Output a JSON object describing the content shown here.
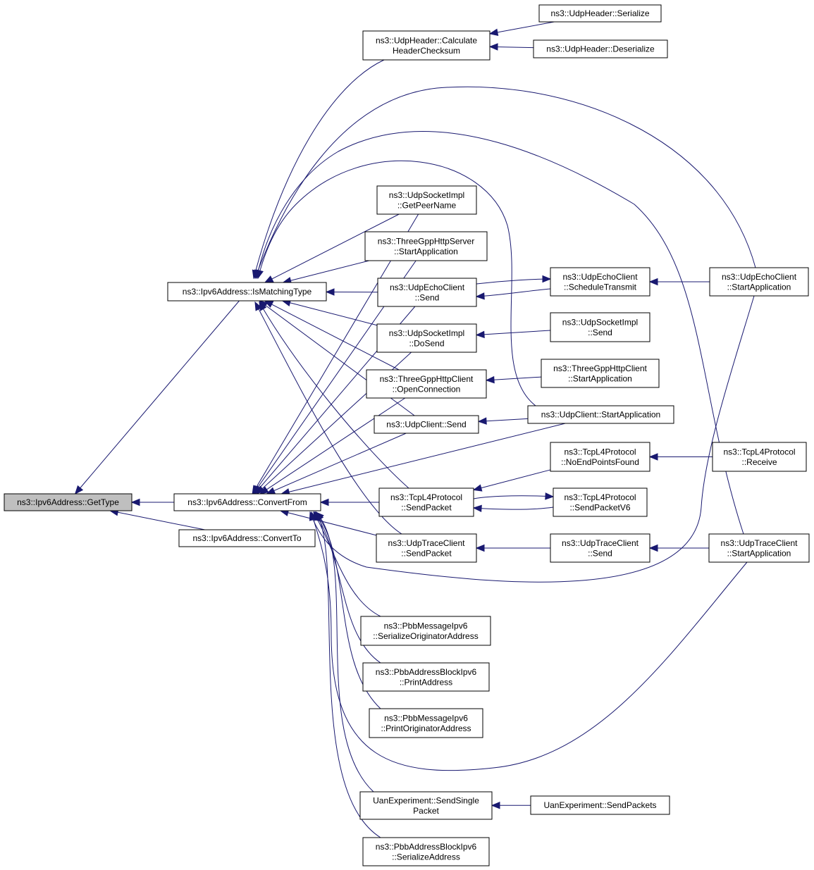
{
  "graph": {
    "nodes": [
      {
        "id": "gettype",
        "lines": [
          "ns3::Ipv6Address::GetType"
        ],
        "focus": true
      },
      {
        "id": "ismatching",
        "lines": [
          "ns3::Ipv6Address::IsMatchingType"
        ]
      },
      {
        "id": "convertfrom",
        "lines": [
          "ns3::Ipv6Address::ConvertFrom"
        ]
      },
      {
        "id": "convertto",
        "lines": [
          "ns3::Ipv6Address::ConvertTo"
        ]
      },
      {
        "id": "udphdr_calc",
        "lines": [
          "ns3::UdpHeader::Calculate",
          "HeaderChecksum"
        ]
      },
      {
        "id": "udphdr_ser",
        "lines": [
          "ns3::UdpHeader::Serialize"
        ]
      },
      {
        "id": "udphdr_deser",
        "lines": [
          "ns3::UdpHeader::Deserialize"
        ]
      },
      {
        "id": "udpsock_peer",
        "lines": [
          "ns3::UdpSocketImpl",
          "::GetPeerName"
        ]
      },
      {
        "id": "tgpp_server_start",
        "lines": [
          "ns3::ThreeGppHttpServer",
          "::StartApplication"
        ]
      },
      {
        "id": "echo_send",
        "lines": [
          "ns3::UdpEchoClient",
          "::Send"
        ]
      },
      {
        "id": "echo_sched",
        "lines": [
          "ns3::UdpEchoClient",
          "::ScheduleTransmit"
        ]
      },
      {
        "id": "echo_start",
        "lines": [
          "ns3::UdpEchoClient",
          "::StartApplication"
        ]
      },
      {
        "id": "udpsock_dosend",
        "lines": [
          "ns3::UdpSocketImpl",
          "::DoSend"
        ]
      },
      {
        "id": "udpsock_send",
        "lines": [
          "ns3::UdpSocketImpl",
          "::Send"
        ]
      },
      {
        "id": "tgpp_client_open",
        "lines": [
          "ns3::ThreeGppHttpClient",
          "::OpenConnection"
        ]
      },
      {
        "id": "tgpp_client_start",
        "lines": [
          "ns3::ThreeGppHttpClient",
          "::StartApplication"
        ]
      },
      {
        "id": "udpclient_send",
        "lines": [
          "ns3::UdpClient::Send"
        ]
      },
      {
        "id": "udpclient_start",
        "lines": [
          "ns3::UdpClient::StartApplication"
        ]
      },
      {
        "id": "tcp_noend",
        "lines": [
          "ns3::TcpL4Protocol",
          "::NoEndPointsFound"
        ]
      },
      {
        "id": "tcp_receive",
        "lines": [
          "ns3::TcpL4Protocol",
          "::Receive"
        ]
      },
      {
        "id": "tcp_sendpacket",
        "lines": [
          "ns3::TcpL4Protocol",
          "::SendPacket"
        ]
      },
      {
        "id": "tcp_sendv6",
        "lines": [
          "ns3::TcpL4Protocol",
          "::SendPacketV6"
        ]
      },
      {
        "id": "trace_sendpacket",
        "lines": [
          "ns3::UdpTraceClient",
          "::SendPacket"
        ]
      },
      {
        "id": "trace_send",
        "lines": [
          "ns3::UdpTraceClient",
          "::Send"
        ]
      },
      {
        "id": "trace_start",
        "lines": [
          "ns3::UdpTraceClient",
          "::StartApplication"
        ]
      },
      {
        "id": "pbbmsg_serorig",
        "lines": [
          "ns3::PbbMessageIpv6",
          "::SerializeOriginatorAddress"
        ]
      },
      {
        "id": "pbbblock_print",
        "lines": [
          "ns3::PbbAddressBlockIpv6",
          "::PrintAddress"
        ]
      },
      {
        "id": "pbbmsg_printorig",
        "lines": [
          "ns3::PbbMessageIpv6",
          "::PrintOriginatorAddress"
        ]
      },
      {
        "id": "uan_single",
        "lines": [
          "UanExperiment::SendSingle",
          "Packet"
        ]
      },
      {
        "id": "uan_packets",
        "lines": [
          "UanExperiment::SendPackets"
        ]
      },
      {
        "id": "pbbblock_ser",
        "lines": [
          "ns3::PbbAddressBlockIpv6",
          "::SerializeAddress"
        ]
      }
    ],
    "edges": [
      [
        "ismatching",
        "gettype"
      ],
      [
        "convertfrom",
        "gettype"
      ],
      [
        "convertto",
        "gettype"
      ],
      [
        "udphdr_calc",
        "ismatching"
      ],
      [
        "echo_start",
        "ismatching"
      ],
      [
        "trace_start",
        "ismatching"
      ],
      [
        "udpclient_start",
        "ismatching"
      ],
      [
        "udpsock_peer",
        "ismatching"
      ],
      [
        "tgpp_server_start",
        "ismatching"
      ],
      [
        "echo_send",
        "ismatching"
      ],
      [
        "udpsock_dosend",
        "ismatching"
      ],
      [
        "tgpp_client_open",
        "ismatching"
      ],
      [
        "udpclient_send",
        "ismatching"
      ],
      [
        "tcp_sendpacket",
        "ismatching"
      ],
      [
        "trace_sendpacket",
        "ismatching"
      ],
      [
        "udphdr_ser",
        "udphdr_calc"
      ],
      [
        "udphdr_deser",
        "udphdr_calc"
      ],
      [
        "udpsock_peer",
        "convertfrom"
      ],
      [
        "tgpp_server_start",
        "convertfrom"
      ],
      [
        "echo_send",
        "convertfrom"
      ],
      [
        "udpsock_dosend",
        "convertfrom"
      ],
      [
        "tgpp_client_open",
        "convertfrom"
      ],
      [
        "udpclient_send",
        "convertfrom"
      ],
      [
        "udpclient_start",
        "convertfrom"
      ],
      [
        "tcp_sendpacket",
        "convertfrom"
      ],
      [
        "trace_sendpacket",
        "convertfrom"
      ],
      [
        "echo_start",
        "convertfrom"
      ],
      [
        "trace_start",
        "convertfrom"
      ],
      [
        "pbbmsg_serorig",
        "convertfrom"
      ],
      [
        "pbbblock_print",
        "convertfrom"
      ],
      [
        "pbbmsg_printorig",
        "convertfrom"
      ],
      [
        "uan_single",
        "convertfrom"
      ],
      [
        "pbbblock_ser",
        "convertfrom"
      ],
      [
        "echo_sched",
        "echo_send"
      ],
      [
        "echo_send",
        "echo_sched"
      ],
      [
        "echo_start",
        "echo_sched"
      ],
      [
        "udpsock_send",
        "udpsock_dosend"
      ],
      [
        "tgpp_client_start",
        "tgpp_client_open"
      ],
      [
        "udpclient_start",
        "udpclient_send"
      ],
      [
        "tcp_noend",
        "tcp_sendpacket"
      ],
      [
        "tcp_receive",
        "tcp_noend"
      ],
      [
        "tcp_sendv6",
        "tcp_sendpacket"
      ],
      [
        "tcp_sendpacket",
        "tcp_sendv6"
      ],
      [
        "trace_send",
        "trace_sendpacket"
      ],
      [
        "trace_start",
        "trace_send"
      ],
      [
        "uan_packets",
        "uan_single"
      ]
    ]
  }
}
